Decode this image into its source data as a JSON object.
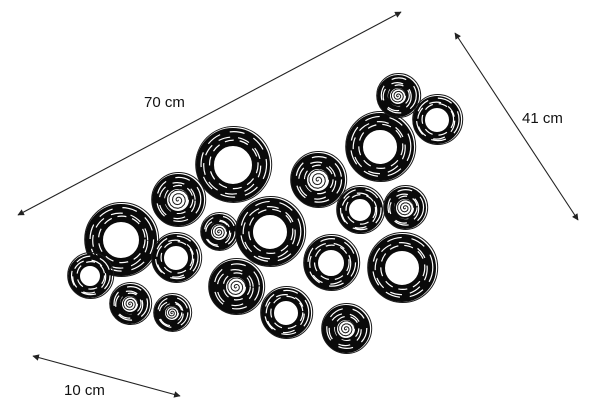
{
  "dimensions": {
    "width_label": "70 cm",
    "height_label": "41 cm",
    "ring_label": "10 cm"
  },
  "colors": {
    "ink": "#0a0a0a",
    "background": "#ffffff"
  }
}
